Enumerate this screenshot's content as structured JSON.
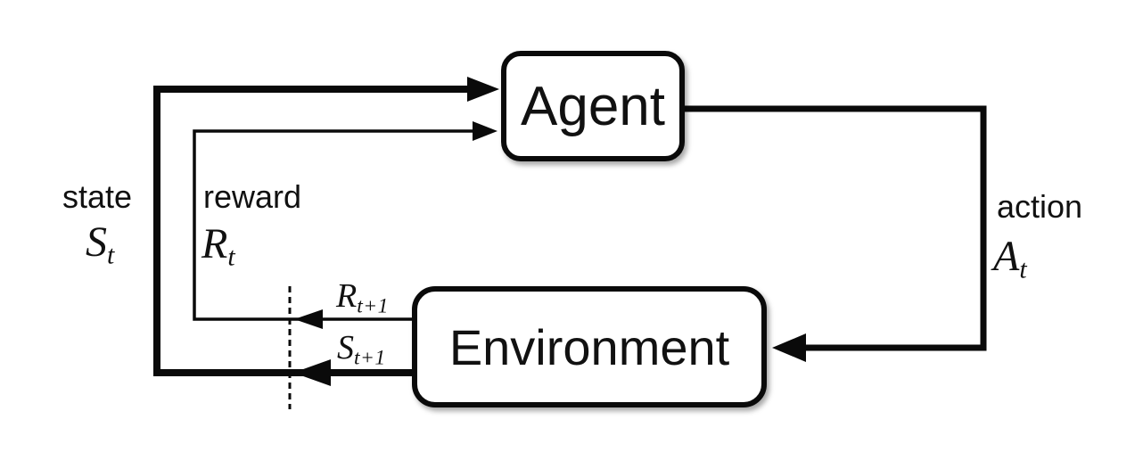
{
  "diagram": {
    "type": "flow-loop",
    "description": "Agent-environment interaction loop (reinforcement learning)",
    "nodes": {
      "agent": {
        "label": "Agent"
      },
      "environment": {
        "label": "Environment"
      }
    },
    "labels": {
      "state": {
        "word": "state",
        "sym": "S",
        "sub": "t"
      },
      "reward": {
        "word": "reward",
        "sym": "R",
        "sub": "t"
      },
      "action": {
        "word": "action",
        "sym": "A",
        "sub": "t"
      },
      "reward_next": {
        "sym": "R",
        "sub": "t+1"
      },
      "state_next": {
        "sym": "S",
        "sub": "t+1"
      }
    },
    "edges": [
      {
        "from": "environment",
        "to": "agent",
        "signal": "state",
        "at_agent": "St",
        "at_boundary": "St+1",
        "line": "thick"
      },
      {
        "from": "environment",
        "to": "agent",
        "signal": "reward",
        "at_agent": "Rt",
        "at_boundary": "Rt+1",
        "line": "thin"
      },
      {
        "from": "agent",
        "to": "environment",
        "signal": "action",
        "symbol": "At",
        "line": "thick"
      }
    ],
    "boundary": {
      "style": "dashed-vertical-line",
      "meaning": "time step boundary"
    },
    "colors": {
      "line": "#0a0a0a",
      "text": "#111111",
      "box_fill": "#ffffff",
      "background": "#ffffff"
    }
  }
}
